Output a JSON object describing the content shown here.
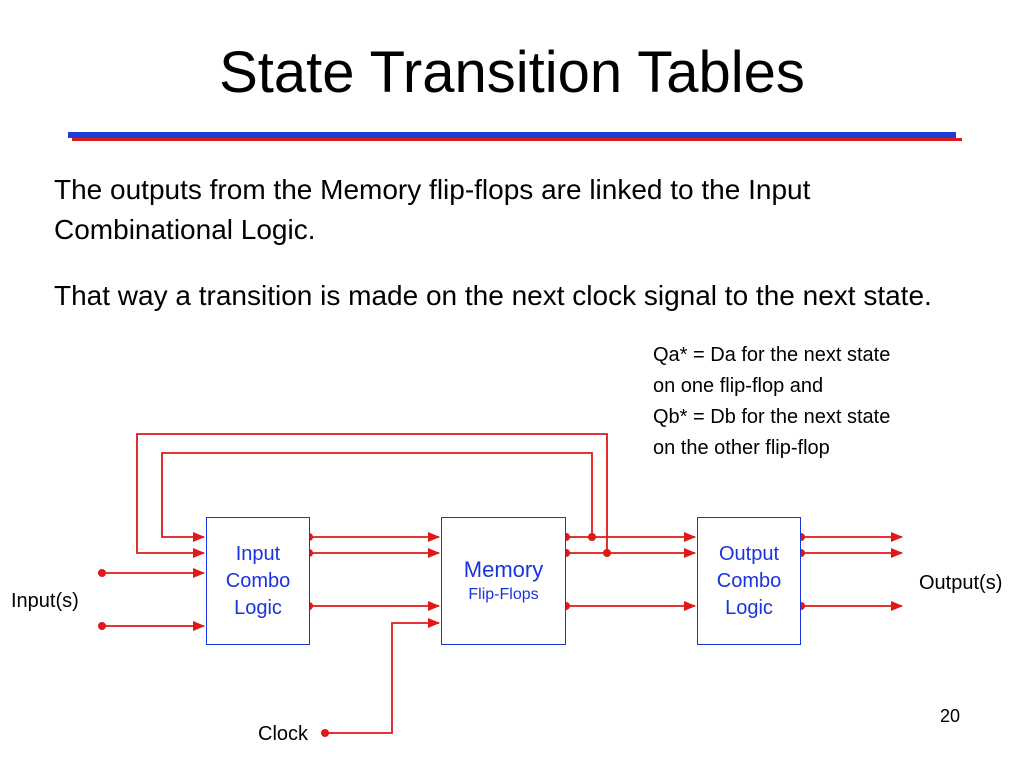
{
  "slide": {
    "title": "State Transition Tables",
    "paragraphs": [
      "The outputs from the Memory flip-flops are linked to the Input Combinational Logic.",
      "That way a transition is made on the next clock signal to the next state."
    ],
    "note_lines": [
      "Qa* = Da for the next state",
      "on one flip-flop and",
      "Qb* = Db for the next state",
      "on the other flip-flop"
    ],
    "page_number": "20"
  },
  "diagram": {
    "blocks": {
      "input_logic": [
        "Input",
        "Combo",
        "Logic"
      ],
      "memory": {
        "main": "Memory",
        "sub": "Flip-Flops"
      },
      "output_logic": [
        "Output",
        "Combo",
        "Logic"
      ]
    },
    "labels": {
      "inputs": "Input(s)",
      "outputs": "Output(s)",
      "clock": "Clock"
    }
  },
  "colors": {
    "wire": "#e01818",
    "block_border": "#1a33e0",
    "block_text": "#1a33e0",
    "title_rule_blue": "#1a3fd6",
    "title_rule_red": "#e01818"
  }
}
